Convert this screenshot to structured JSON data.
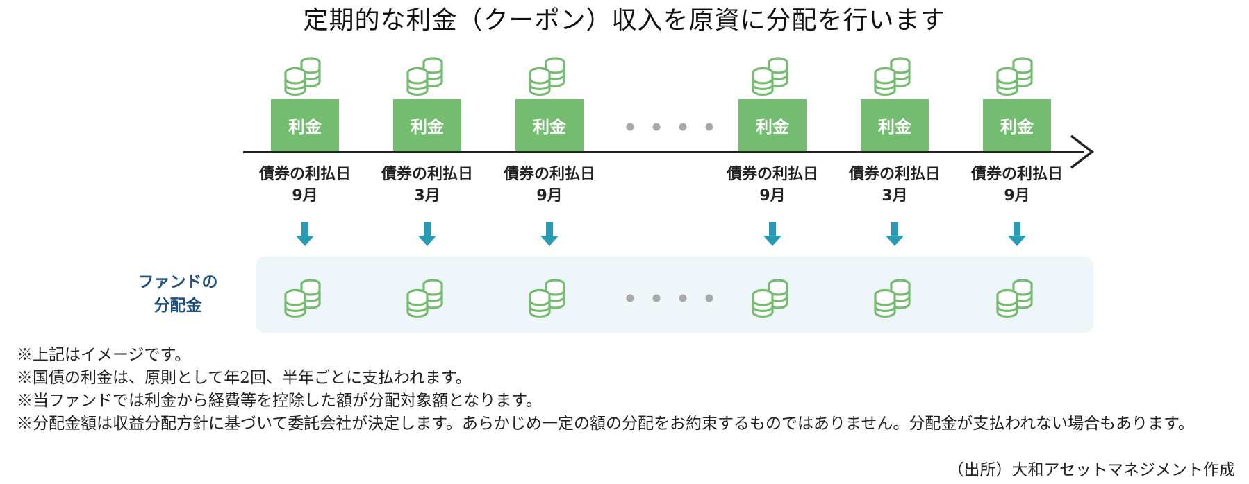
{
  "title": "定期的な利金（クーポン）収入を原資に分配を行います",
  "timeline": {
    "items": [
      {
        "box_label": "利金",
        "pay_label": "債券の利払日",
        "month": "9月"
      },
      {
        "box_label": "利金",
        "pay_label": "債券の利払日",
        "month": "3月"
      },
      {
        "box_label": "利金",
        "pay_label": "債券の利払日",
        "month": "9月"
      },
      {
        "box_label": "利金",
        "pay_label": "債券の利払日",
        "month": "9月"
      },
      {
        "box_label": "利金",
        "pay_label": "債券の利払日",
        "month": "3月"
      },
      {
        "box_label": "利金",
        "pay_label": "債券の利払日",
        "month": "9月"
      }
    ]
  },
  "fund": {
    "label_line1": "ファンドの",
    "label_line2": "分配金"
  },
  "notes": [
    "※上記はイメージです。",
    "※国債の利金は、原則として年2回、半年ごとに支払われます。",
    "※当ファンドでは利金から経費等を控除した額が分配対象額となります。",
    "※分配金額は収益分配方針に基づいて委託会社が決定します。あらかじめ一定の額の分配をお約束するものではありません。分配金が支払われない場合もあります。"
  ],
  "source": "（出所）大和アセットマネジメント作成",
  "colors": {
    "box_green": "#74bc70",
    "coin_green": "#74bc70",
    "arrow_teal": "#2a9bb5",
    "fund_label_navy": "#1e4f7f",
    "panel_bg": "#eef6f9",
    "dots_gray": "#a9a9a9"
  },
  "icons": {
    "coin": "coin-stack-icon",
    "down": "arrow-down-icon",
    "timeline_head": "chevron-right-icon"
  }
}
